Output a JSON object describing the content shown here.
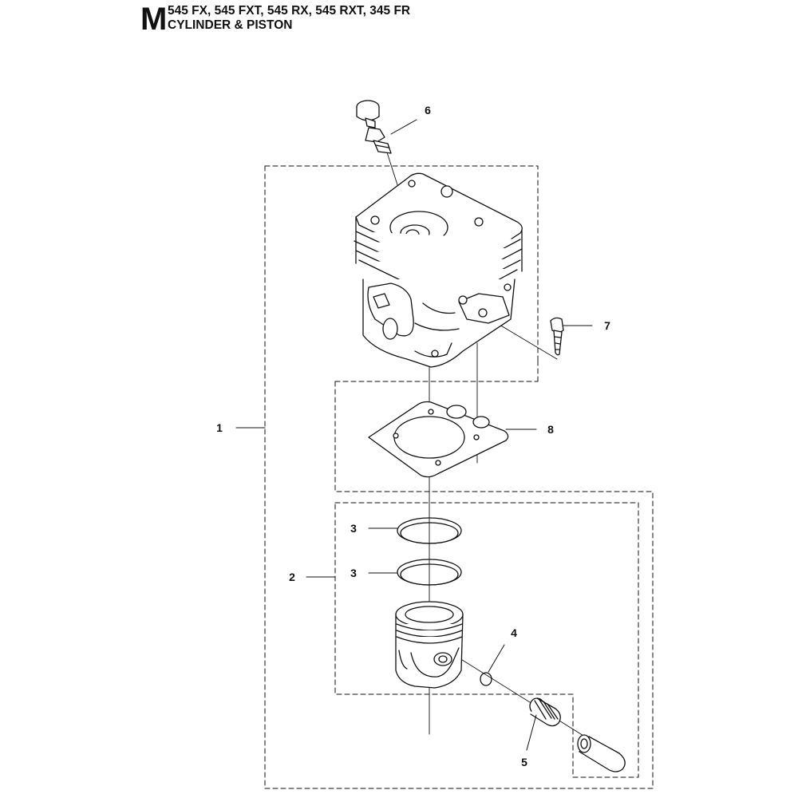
{
  "header": {
    "section_letter": "M",
    "models": "545 FX, 545 FXT, 545 RX, 545 RXT, 345 FR",
    "section_title": "CYLINDER & PISTON"
  },
  "callouts": [
    {
      "id": "c1",
      "label": "1"
    },
    {
      "id": "c2",
      "label": "2"
    },
    {
      "id": "c3a",
      "label": "3"
    },
    {
      "id": "c3b",
      "label": "3"
    },
    {
      "id": "c4",
      "label": "4"
    },
    {
      "id": "c5",
      "label": "5"
    },
    {
      "id": "c6",
      "label": "6"
    },
    {
      "id": "c7",
      "label": "7"
    },
    {
      "id": "c8",
      "label": "8"
    }
  ],
  "colors": {
    "line": "#111111",
    "fill": "#ffffff"
  }
}
